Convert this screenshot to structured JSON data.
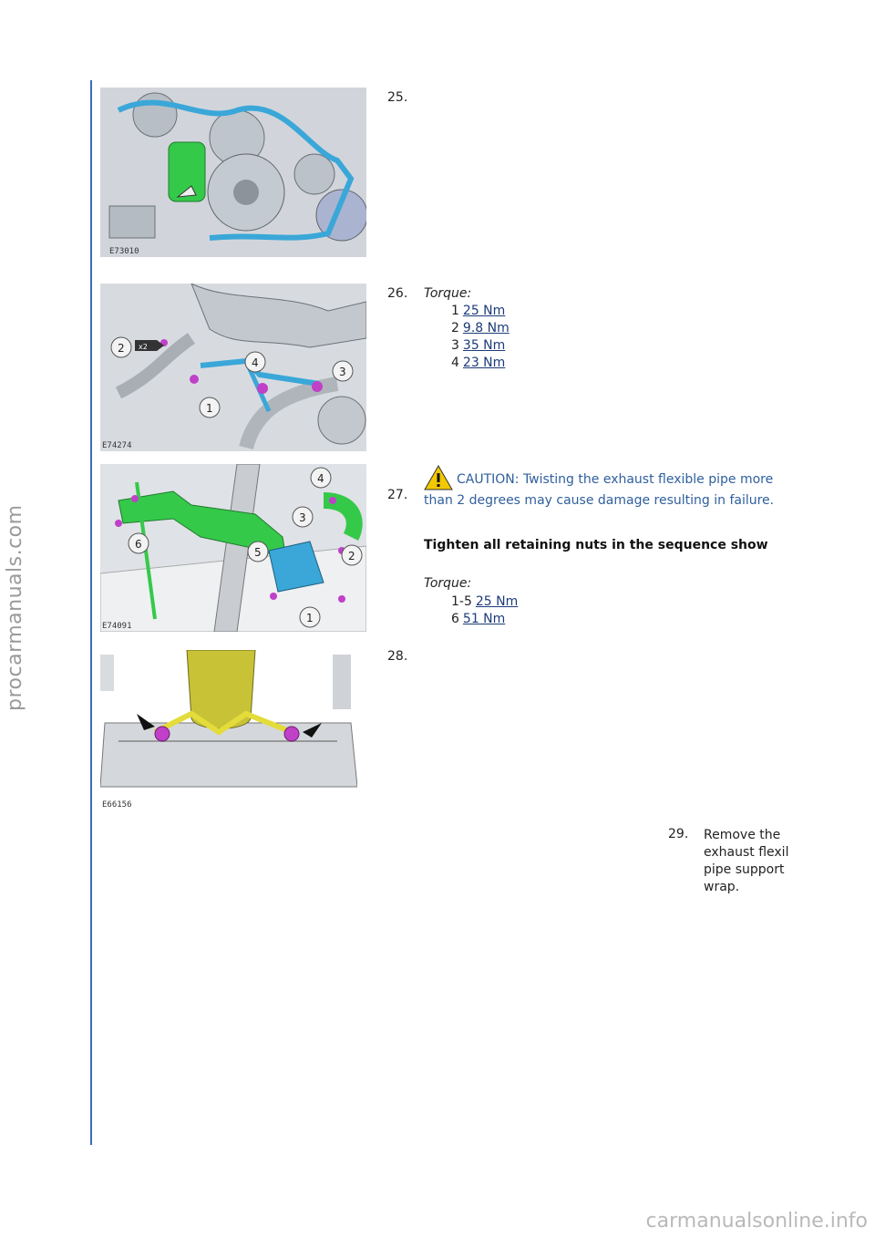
{
  "watermark_side": "procarmanuals.com",
  "watermark_footer": "carmanualsonline.info",
  "steps": [
    {
      "number": "25.",
      "figure_code": "E73010"
    },
    {
      "number": "26.",
      "figure_code": "E74274",
      "torque_label": "Torque:",
      "torques": [
        {
          "id": "1",
          "value": "25 Nm"
        },
        {
          "id": "2",
          "value": "9.8 Nm"
        },
        {
          "id": "3",
          "value": "35 Nm"
        },
        {
          "id": "4",
          "value": "23 Nm"
        }
      ],
      "callouts": [
        "1",
        "2",
        "3",
        "4"
      ],
      "badge": "x2"
    },
    {
      "number": "27.",
      "figure_code": "E74091",
      "caution": "CAUTION: Twisting the exhaust flexible pipe more than 2 degrees may cause damage resulting in failure.",
      "note": "Tighten all retaining nuts in the sequence show",
      "torque_label": "Torque:",
      "torques": [
        {
          "id": "1-5",
          "value": "25 Nm"
        },
        {
          "id": "6",
          "value": "51 Nm"
        }
      ],
      "callouts": [
        "1",
        "2",
        "3",
        "4",
        "5",
        "6"
      ]
    },
    {
      "number": "28.",
      "figure_code": "E66156"
    },
    {
      "number": "29.",
      "text": "Remove the exhaust flexil pipe support wrap."
    }
  ],
  "colors": {
    "rule": "#3c6fb4",
    "caution": "#2f5f9e",
    "link": "#1d3b7a",
    "highlight_green": "#35c94a",
    "highlight_blue": "#3aa7d8",
    "highlight_magenta": "#c040c8",
    "highlight_yellow": "#e3dc3a"
  }
}
